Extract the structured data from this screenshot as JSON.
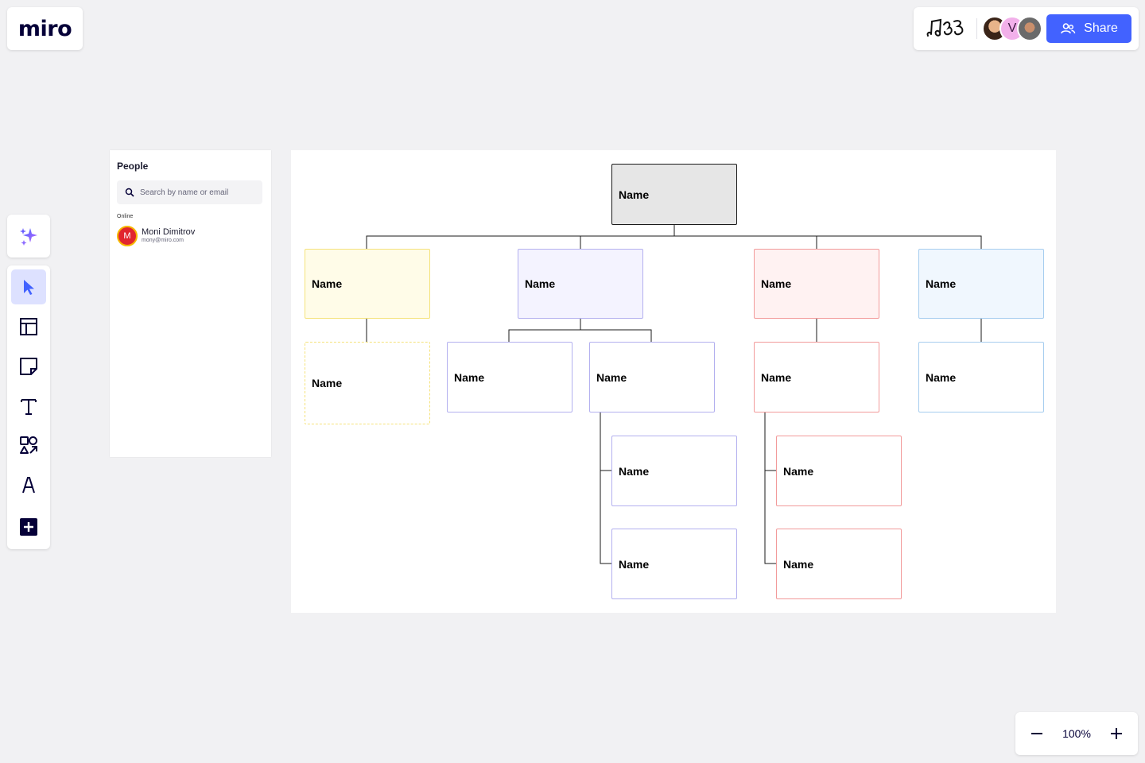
{
  "app": {
    "logo_text": "miro"
  },
  "header": {
    "share_label": "Share",
    "collaborators": [
      {
        "name": "user-photo-1"
      },
      {
        "initial": "V"
      },
      {
        "name": "user-photo-2"
      }
    ]
  },
  "toolbar": {
    "items": [
      {
        "name": "ai-sparkle-icon"
      },
      {
        "name": "select-cursor-icon",
        "active": true
      },
      {
        "name": "templates-icon"
      },
      {
        "name": "sticky-note-icon"
      },
      {
        "name": "text-icon"
      },
      {
        "name": "shapes-icon"
      },
      {
        "name": "pen-icon"
      },
      {
        "name": "add-icon"
      }
    ]
  },
  "zoom": {
    "value": "100%"
  },
  "people_panel": {
    "title": "People",
    "search_placeholder": "Search by name or email",
    "online_label": "Online",
    "users": [
      {
        "initial": "M",
        "name": "Moni Dimitrov",
        "email": "mony@miro.com"
      }
    ]
  },
  "org_chart": {
    "nodes": [
      {
        "id": "root",
        "label": "Name",
        "fill": "#e6e6e6",
        "border": "#1a1a1a"
      },
      {
        "id": "y1",
        "label": "Name",
        "fill": "#fffce8",
        "border": "#f5e27a"
      },
      {
        "id": "y2",
        "label": "Name",
        "fill": "#ffffff",
        "border": "#f5e27a",
        "dashed": true
      },
      {
        "id": "p1",
        "label": "Name",
        "fill": "#f4f3ff",
        "border": "#b3b0ef"
      },
      {
        "id": "p2",
        "label": "Name",
        "fill": "#ffffff",
        "border": "#b3b0ef"
      },
      {
        "id": "p3",
        "label": "Name",
        "fill": "#ffffff",
        "border": "#b3b0ef"
      },
      {
        "id": "p4",
        "label": "Name",
        "fill": "#ffffff",
        "border": "#b3b0ef"
      },
      {
        "id": "p5",
        "label": "Name",
        "fill": "#ffffff",
        "border": "#b3b0ef"
      },
      {
        "id": "r1",
        "label": "Name",
        "fill": "#fff2f2",
        "border": "#f29a9a"
      },
      {
        "id": "r2",
        "label": "Name",
        "fill": "#ffffff",
        "border": "#f29a9a"
      },
      {
        "id": "r3",
        "label": "Name",
        "fill": "#ffffff",
        "border": "#f29a9a"
      },
      {
        "id": "r4",
        "label": "Name",
        "fill": "#ffffff",
        "border": "#f29a9a"
      },
      {
        "id": "b1",
        "label": "Name",
        "fill": "#f0f7fe",
        "border": "#a6cdef"
      },
      {
        "id": "b2",
        "label": "Name",
        "fill": "#ffffff",
        "border": "#a6cdef"
      }
    ]
  },
  "colors": {
    "accent": "#4262ff",
    "canvas": "#f1f1f3"
  }
}
